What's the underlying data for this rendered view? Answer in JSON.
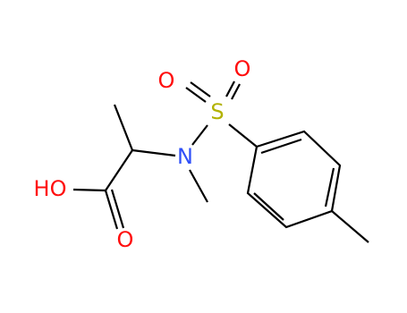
{
  "molecule": {
    "atoms": {
      "o_top": {
        "symbol": "O",
        "color": "#ff0d0d"
      },
      "o_right": {
        "symbol": "O",
        "color": "#ff0d0d"
      },
      "s": {
        "symbol": "S",
        "color": "#b2b200"
      },
      "n": {
        "symbol": "N",
        "color": "#3050f8"
      },
      "oh": {
        "symbol": "HO",
        "color": "#ff0d0d"
      },
      "o_carbonyl": {
        "symbol": "O",
        "color": "#ff0d0d"
      }
    },
    "bond_color": "#000000"
  }
}
